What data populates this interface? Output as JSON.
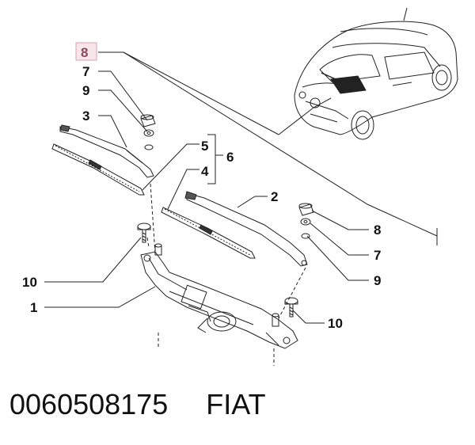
{
  "callouts": {
    "c8_top": "8",
    "c7_left": "7",
    "c9_left": "9",
    "c3": "3",
    "c5": "5",
    "c6": "6",
    "c4": "4",
    "c2": "2",
    "c8_right": "8",
    "c7_right": "7",
    "c9_right": "9",
    "c10_left": "10",
    "c1": "1",
    "c10_right": "10"
  },
  "footer": {
    "part_number": "0060508175",
    "brand": "FIAT"
  },
  "colors": {
    "ink": "#111111",
    "highlight_box_border": "#d9a0ad",
    "highlight_box_fill": "#f7e6ea"
  }
}
